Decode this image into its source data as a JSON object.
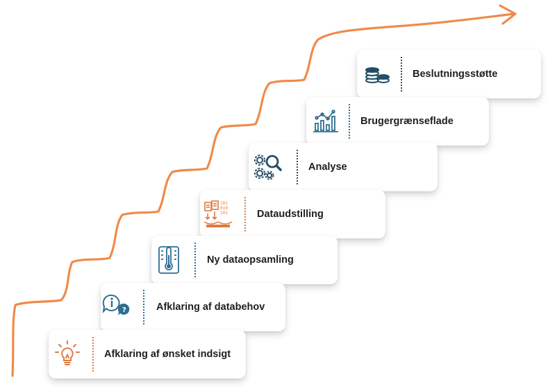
{
  "steps": [
    {
      "label": "Afklaring af ønsket indsigt",
      "icon": "lightbulb-icon"
    },
    {
      "label": "Afklaring af databehov",
      "icon": "info-question-icon"
    },
    {
      "label": "Ny dataopsamling",
      "icon": "thermometer-icon"
    },
    {
      "label": "Dataudstilling",
      "icon": "data-transfer-icon"
    },
    {
      "label": "Analyse",
      "icon": "gear-search-icon"
    },
    {
      "label": "Brugergrænseflade",
      "icon": "bar-chart-icon"
    },
    {
      "label": "Beslutningsstøtte",
      "icon": "coin-stack-icon"
    }
  ],
  "colors": {
    "accent": "#f08a4b",
    "orange_icon": "#e07a3e",
    "blue_icon": "#2f6e91",
    "navy_icon": "#234e66"
  }
}
